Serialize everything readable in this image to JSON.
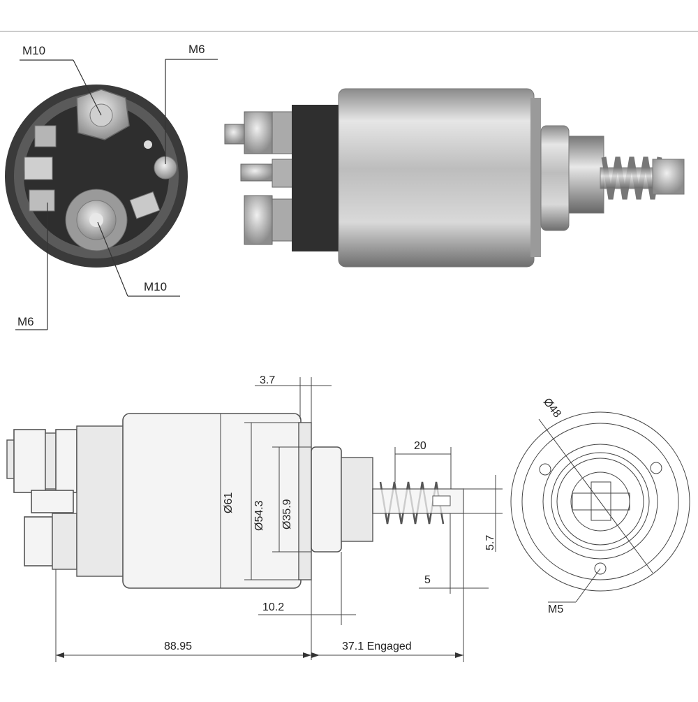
{
  "photo_end_view": {
    "labels": {
      "top_left": "M10",
      "top_right": "M6",
      "bottom_center": "M10",
      "bottom_left": "M6"
    }
  },
  "photo_side_view": {},
  "drawing_side_view": {
    "dims": {
      "flange_thickness": "3.7",
      "body_diameter": "Ø61",
      "flange_diameter": "Ø54.3",
      "boss_diameter": "Ø35.9",
      "spring_length": "20",
      "plunger_width": "5.7",
      "slot_width": "5",
      "boss_length": "10.2",
      "overall_length": "88.95",
      "engaged_length": "37.1 Engaged"
    }
  },
  "drawing_end_view": {
    "dims": {
      "bolt_circle": "Ø48",
      "mount_thread": "M5"
    }
  },
  "colors": {
    "metal_dark": "#4a4a4a",
    "metal_light": "#d8d8d8",
    "line": "#333333"
  }
}
